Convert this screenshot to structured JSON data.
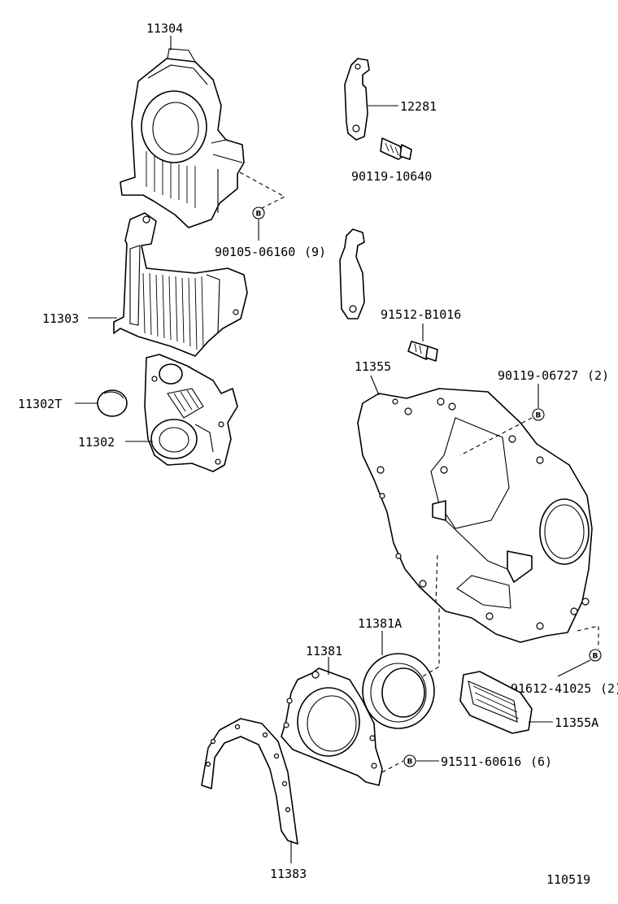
{
  "labels": {
    "p11304": "11304",
    "p12281": "12281",
    "p90119_10640": "90119-10640",
    "p90105_06160": "90105-06160",
    "p90105_06160_qty": "(9)",
    "p11303": "11303",
    "p91512_B1016": "91512-B1016",
    "p11355": "11355",
    "p90119_06727": "90119-06727",
    "p90119_06727_qty": "(2)",
    "p11302T": "11302T",
    "p11302": "11302",
    "p11381A": "11381A",
    "p11381": "11381",
    "p91612_41025": "91612-41025",
    "p91612_41025_qty": "(2)",
    "p11355A": "11355A",
    "p91511_60616": "91511-60616",
    "p91511_60616_qty": "(6)",
    "p11383": "11383",
    "figure_id": "110519"
  },
  "badge_letter": "B"
}
